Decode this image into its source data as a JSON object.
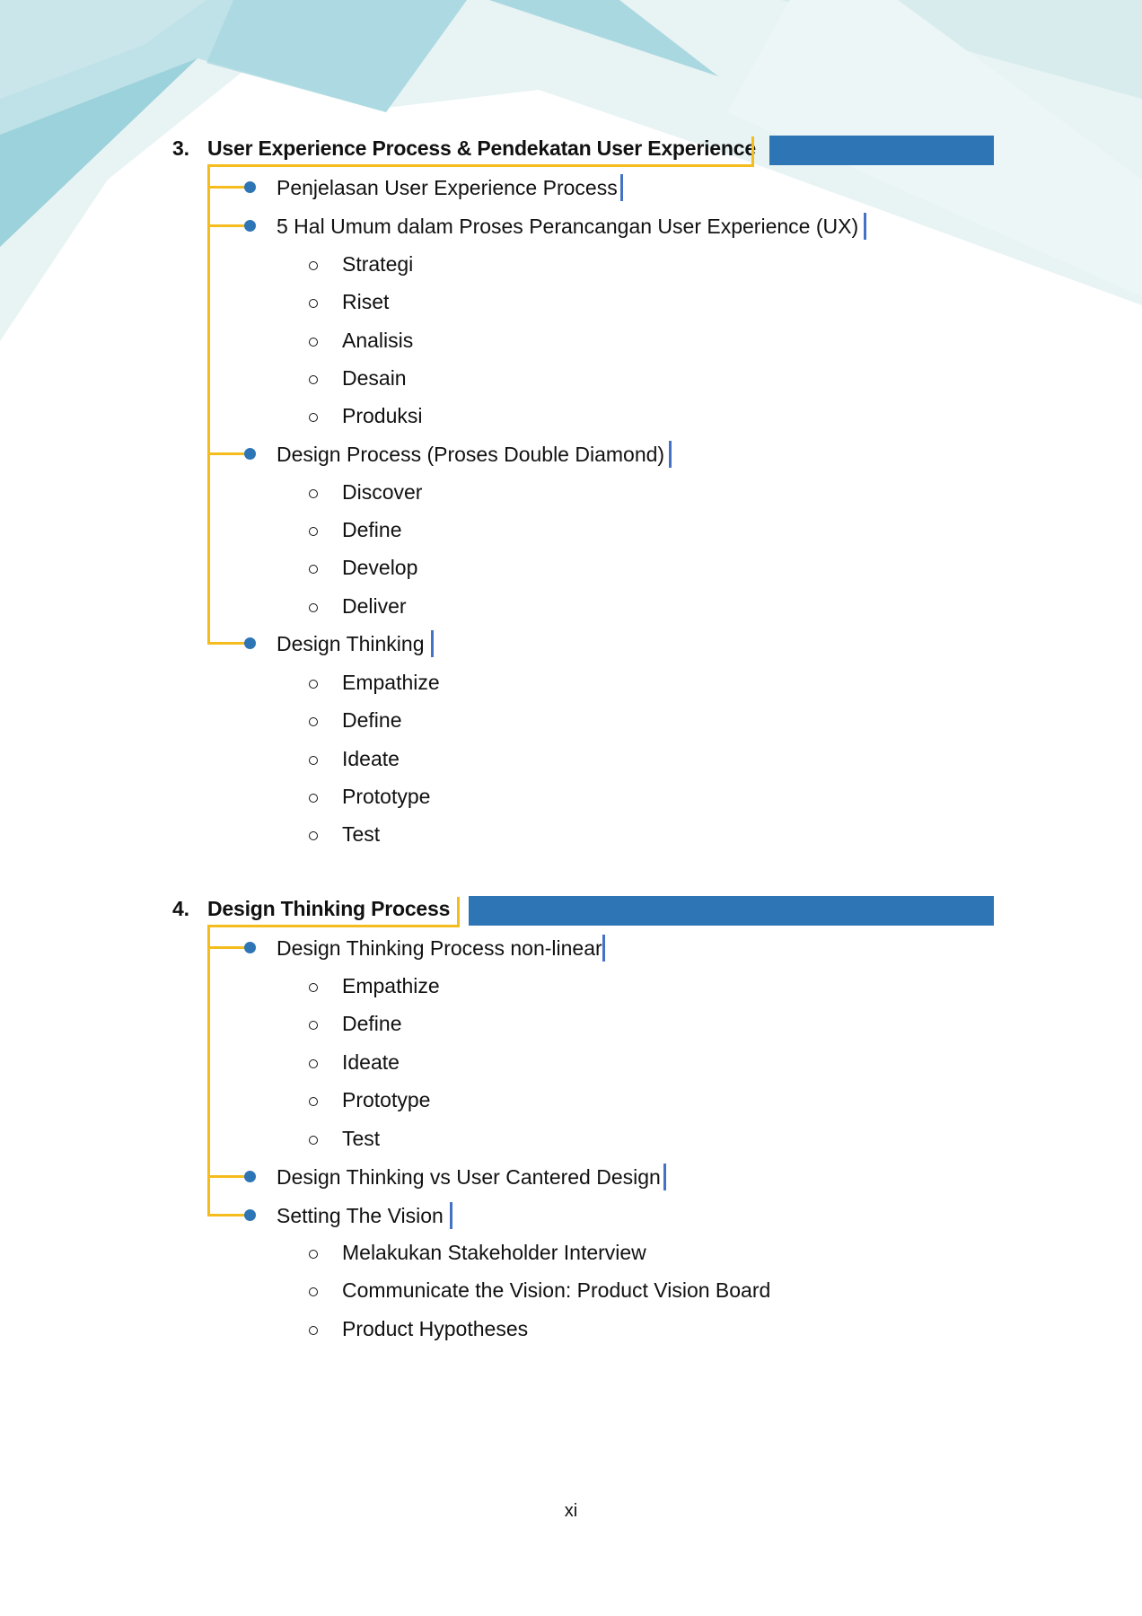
{
  "sections": [
    {
      "number": "3.",
      "title": "User Experience Process & Pendekatan User Experience",
      "items": [
        {
          "label": "Penjelasan User Experience Process",
          "sub": []
        },
        {
          "label": "5 Hal Umum dalam Proses Perancangan User Experience (UX)",
          "sub": [
            "Strategi",
            "Riset",
            "Analisis",
            "Desain",
            "Produksi"
          ]
        },
        {
          "label": "Design Process (Proses Double Diamond)",
          "sub": [
            "Discover",
            "Define",
            "Develop",
            "Deliver"
          ]
        },
        {
          "label": "Design Thinking",
          "sub": [
            "Empathize",
            "Define",
            "Ideate",
            "Prototype",
            "Test"
          ]
        }
      ]
    },
    {
      "number": "4.",
      "title": "Design Thinking Process",
      "items": [
        {
          "label": "Design Thinking Process non-linear",
          "sub": [
            "Empathize",
            "Define",
            "Ideate",
            "Prototype",
            "Test"
          ]
        },
        {
          "label": "Design Thinking vs User Cantered Design",
          "sub": []
        },
        {
          "label": "Setting The Vision",
          "sub": [
            "Melakukan Stakeholder Interview",
            "Communicate the Vision: Product Vision Board",
            "Product Hypotheses"
          ]
        }
      ]
    }
  ],
  "page_number": "xi",
  "colors": {
    "accent_blue": "#2E75B6",
    "tree_line": "#F4BC1C",
    "caret": "#4472C4"
  }
}
